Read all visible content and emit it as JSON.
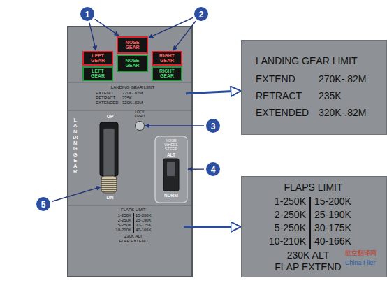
{
  "diagram": {
    "nodes": [
      {
        "text": [
          "1"
        ]
      },
      {
        "text": [
          "2"
        ]
      },
      {
        "text": [
          "NOSE GEAR"
        ]
      },
      {
        "text": [
          "LEFT GEAR"
        ]
      },
      {
        "text": [
          "NOSE GEAR"
        ]
      },
      {
        "text": [
          "RIGHT GEAR"
        ]
      },
      {
        "text": [
          "LEFT GEAR"
        ]
      },
      {
        "text": [
          "RIGHT GEAR"
        ]
      },
      {
        "text": [
          "LANDING GEAR LIMIT",
          "EXTEND",
          "270K-.82M",
          "RETRACT",
          "235K",
          "EXTENDED",
          "320K-.82M"
        ]
      },
      {
        "text": [
          "LANDING GEAR LIMIT",
          "EXTEND",
          "270K-.82M",
          "RETRACT",
          "235K",
          "EXTENDED",
          "320K-.82M"
        ]
      },
      {
        "text": [
          "LOCK OVRD"
        ]
      },
      {
        "text": [
          "3"
        ]
      },
      {
        "text": [
          "UP",
          "DN"
        ]
      },
      {
        "text": [
          "NOSE WHEEL STEER",
          "ALT",
          "NORM"
        ]
      },
      {
        "text": [
          "4"
        ]
      },
      {
        "text": [
          "FLAPS LIMIT",
          "1-250K",
          "15-200K",
          "2-250K",
          "25-190K",
          "5-250K",
          "30-175K",
          "10-210K",
          "40-166K",
          "230K ALT",
          "FLAP EXTEND"
        ]
      },
      {
        "text": [
          "5"
        ]
      },
      {
        "text": [
          "FLAPS LIMIT",
          "1-250K",
          "15-200K",
          "2-250K",
          "25-190K",
          "5-250K",
          "30-175K",
          "10-210K",
          "40-166K",
          "230K ALT",
          "FLAP EXTEND"
        ]
      }
    ],
    "edges": [
      {
        "from": 0,
        "to": 3,
        "arrow": "to"
      },
      {
        "from": 0,
        "to": 2,
        "arrow": "to"
      },
      {
        "from": 1,
        "to": 2,
        "arrow": "to"
      },
      {
        "from": 1,
        "to": 5,
        "arrow": "to"
      },
      {
        "from": 9,
        "to": 8,
        "arrow": "to"
      },
      {
        "from": 11,
        "to": 10,
        "arrow": "to"
      },
      {
        "from": 14,
        "to": 13,
        "arrow": "to"
      },
      {
        "from": 16,
        "to": 12,
        "arrow": "to"
      },
      {
        "from": 17,
        "to": 15,
        "arrow": "to"
      }
    ],
    "labels": [
      "LANDING GEAR",
      "航空翻译网",
      "China Flier"
    ]
  }
}
